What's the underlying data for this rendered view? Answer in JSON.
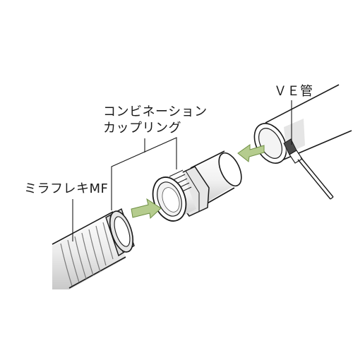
{
  "labels": {
    "ve_pipe": "ＶＥ管",
    "coupling_line1": "コンビネーション",
    "coupling_line2": "カップリング",
    "mirafureki": "ミラフレキMF"
  },
  "colors": {
    "stroke": "#1a1a1a",
    "arrow_fill": "#b5cc8e",
    "arrow_stroke": "#6f8f44",
    "shade": "#dcdcdc",
    "background": "#ffffff"
  }
}
